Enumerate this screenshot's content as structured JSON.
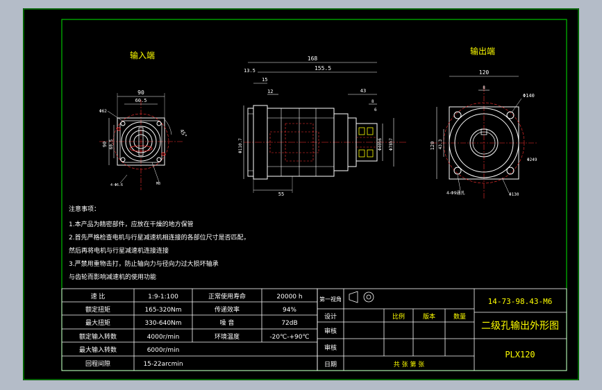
{
  "views": {
    "input_title": "输入端",
    "output_title": "输出端"
  },
  "dims": {
    "input": {
      "w90": "90",
      "d60": "60.5",
      "phi": "Φ62",
      "h90": "90",
      "h605": "60.5",
      "ang": "45°",
      "hole": "4-Φ6.6",
      "m": "M8"
    },
    "side": {
      "d168": "168",
      "d155": "155.5",
      "d135": "13.5",
      "d15": "15",
      "d12": "12",
      "d43": "43",
      "d8": "8",
      "d6": "6",
      "d55": "55",
      "dia_a": "Φ110.7",
      "dia_b": "Φ40h6",
      "dia_c": "Φ78h7"
    },
    "output": {
      "w120": "120",
      "d8": "8",
      "phi140": "Φ140",
      "h120": "120",
      "h433": "43.3",
      "phi249": "Φ249",
      "phi130": "Φ130",
      "holes": "4-Φ9通孔"
    }
  },
  "notes": {
    "heading": "注意事项：",
    "lines": [
      "1.本产品为精密部件，应放在干燥的地方保管",
      "2.首先严格检查电机与行星减速机相连接的各部位尺寸是否匹配，",
      "然后再将电机与行星减速机连接连接",
      "3.严禁用重物击打，防止轴向力与径向力过大损坏轴承",
      "与齿轮而影响减速机的使用功能"
    ]
  },
  "specs": [
    {
      "l1": "速  比",
      "v1": "1:9-1:100",
      "l2": "正常使用寿命",
      "v2": "20000 h"
    },
    {
      "l1": "额定扭矩",
      "v1": "165-320Nm",
      "l2": "传递效率",
      "v2": "94%"
    },
    {
      "l1": "最大扭矩",
      "v1": "330-640Nm",
      "l2": "噪  音",
      "v2": "72dB"
    },
    {
      "l1": "额定输入转数",
      "v1": "4000r/min",
      "l2": "环境温度",
      "v2": "-20℃-+90℃"
    },
    {
      "l1": "最大输入转数",
      "v1": "6000r/min",
      "l2": "",
      "v2": ""
    },
    {
      "l1": "回程间隙",
      "v1": "15-22arcmin",
      "l2": "",
      "v2": ""
    }
  ],
  "title_block": {
    "projection": "第一视角",
    "design": "设计",
    "check": "审核",
    "review": "审核",
    "date": "日期",
    "scale": "比例",
    "version": "版本",
    "qty": "数量",
    "sheets": "共    张    第    张",
    "code": "14-73-98.43-M6",
    "title": "二级孔输出外形图",
    "model": "PLX120"
  },
  "colors": {
    "frame": "#00c000",
    "line": "#ffffff",
    "hidden": "#ff3030",
    "dim": "#ffffff",
    "accent": "#ffff00"
  }
}
